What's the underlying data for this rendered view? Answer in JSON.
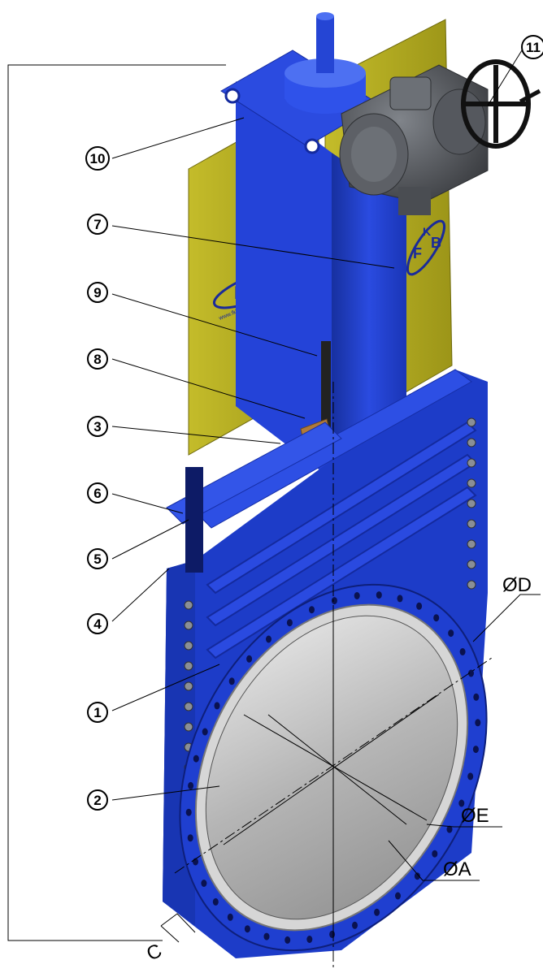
{
  "callouts": [
    {
      "id": "1",
      "label": "1"
    },
    {
      "id": "2",
      "label": "2"
    },
    {
      "id": "3",
      "label": "3"
    },
    {
      "id": "4",
      "label": "4"
    },
    {
      "id": "5",
      "label": "5"
    },
    {
      "id": "6",
      "label": "6"
    },
    {
      "id": "7",
      "label": "7"
    },
    {
      "id": "8",
      "label": "8"
    },
    {
      "id": "9",
      "label": "9"
    },
    {
      "id": "10",
      "label": "10"
    },
    {
      "id": "11",
      "label": "11"
    }
  ],
  "dimensions": {
    "outer_diameter": "ØD",
    "bolt_circle": "ØE",
    "bore": "ØA",
    "face_to_face": "C"
  },
  "logo": {
    "letters": [
      "F",
      "K",
      "B"
    ],
    "url": "www.fkbvalve.com.tr"
  },
  "colors": {
    "body": "#1f3fd0",
    "body_dark": "#12249a",
    "body_light": "#3f62ee",
    "guard": "#b3ab1e",
    "guard_dark": "#8b8514",
    "actuator": "#5a5d62",
    "gate": "#b8b8b8",
    "seat": "#d4d4d4"
  }
}
